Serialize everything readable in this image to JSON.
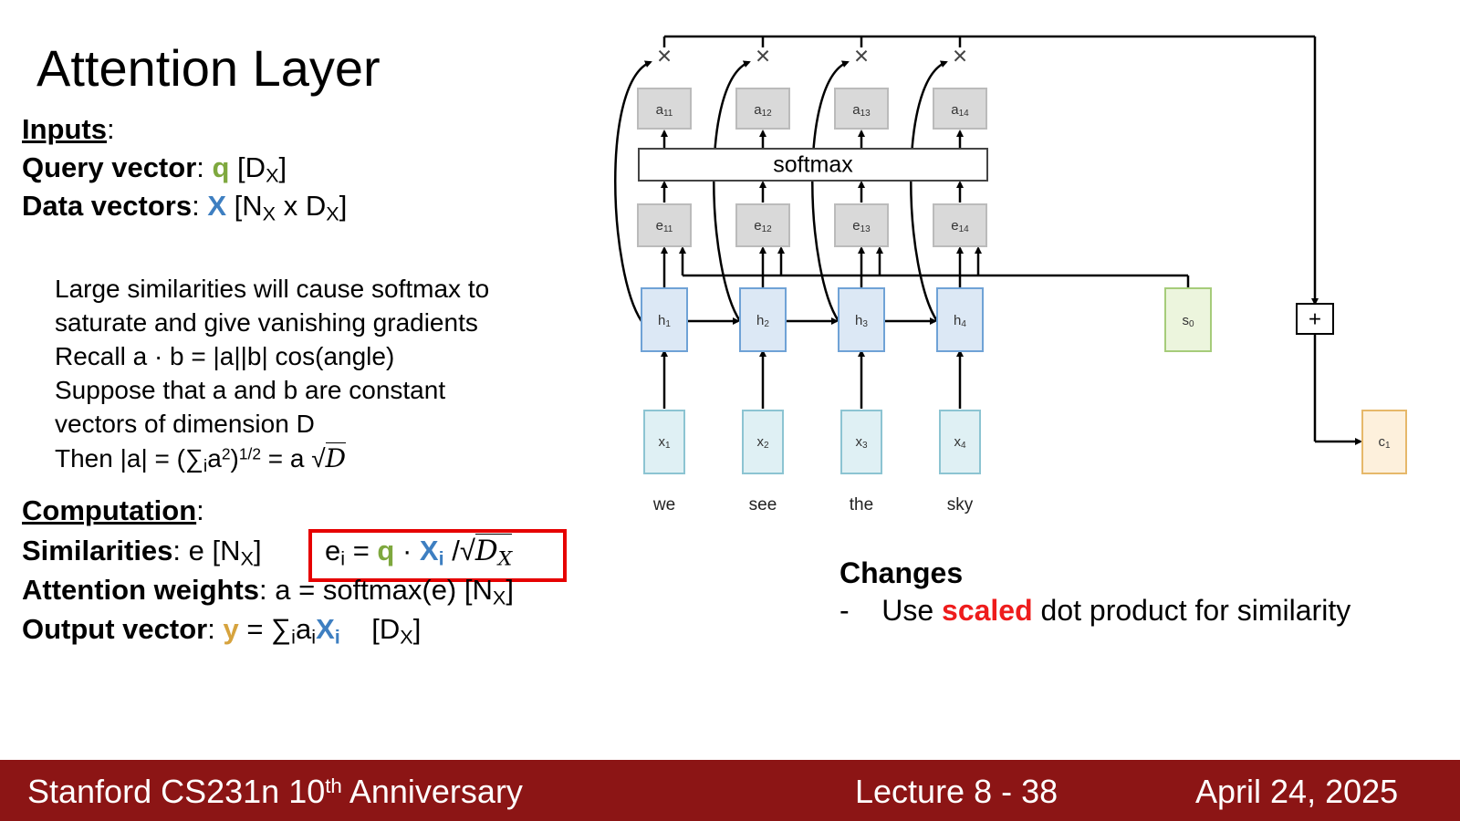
{
  "title": "Attention Layer",
  "inputs": {
    "heading": "Inputs",
    "query_label": "Query vector",
    "query_symbol": "q",
    "query_dim": "D",
    "query_dim_sub": "X",
    "data_label": "Data vectors",
    "data_symbol": "X",
    "data_dim_n": "N",
    "data_dim_n_sub": "X",
    "data_dim_x": "x D",
    "data_dim_x_sub": "X"
  },
  "notes": {
    "line1": "Large similarities will cause softmax to",
    "line2": "saturate and give vanishing gradients",
    "line3": "Recall a · b = |a||b| cos(angle)",
    "line4": "Suppose that a and b are constant",
    "line5": "vectors of dimension D",
    "line6_pre": "Then |a| = (∑",
    "line6_sub": "i",
    "line6_mid": "a",
    "line6_sup2": "2",
    "line6_close": ")",
    "line6_sup_half": "1/2",
    "line6_post": " = a ",
    "line6_sqrt_arg": "D"
  },
  "computation": {
    "heading": "Computation",
    "sim_label": "Similarities",
    "sim_rest": ": e [N",
    "sim_sub": "X",
    "formula_e": "e",
    "formula_e_sub": "i",
    "formula_eq": " = ",
    "formula_q": "q",
    "formula_dot": " · ",
    "formula_X": "X",
    "formula_X_sub": "i",
    "formula_div": " /",
    "formula_sqrt_arg": "D",
    "formula_sqrt_sub": "X",
    "weights_label": "Attention weights",
    "weights_rest": ": a = softmax(e)  [N",
    "weights_sub": "X",
    "output_label": "Output vector",
    "output_y": "y",
    "output_eq": " = ∑",
    "output_sub_i": "i",
    "output_a": "a",
    "output_a_sub": "i",
    "output_X": "X",
    "output_X_sub": "i",
    "output_dim": "[D",
    "output_dim_sub": "X"
  },
  "diagram": {
    "softmax_label": "softmax",
    "a_labels": [
      "a11",
      "a12",
      "a13",
      "a14"
    ],
    "e_labels": [
      "e11",
      "e12",
      "e13",
      "e14"
    ],
    "h_labels": [
      "h1",
      "h2",
      "h3",
      "h4"
    ],
    "x_labels": [
      "x1",
      "x2",
      "x3",
      "x4"
    ],
    "words": [
      "we",
      "see",
      "the",
      "sky"
    ],
    "s_label": "s0",
    "c_label": "c1",
    "plus_symbol": "+",
    "multiply_symbol": "×"
  },
  "changes": {
    "heading": "Changes",
    "bullet": "-",
    "pre": "Use ",
    "emph": "scaled",
    "post": " dot product for similarity"
  },
  "footer": {
    "course_pre": "Stanford CS231n 10",
    "course_sup": "th",
    "course_post": " Anniversary",
    "lecture": "Lecture 8 -  38",
    "date": "April 24, 2025"
  },
  "colors": {
    "green": "#7ea83e",
    "blue": "#3e7fc1",
    "gold": "#d6a33e",
    "red": "#ee1c1c",
    "footer": "#8c1515"
  }
}
